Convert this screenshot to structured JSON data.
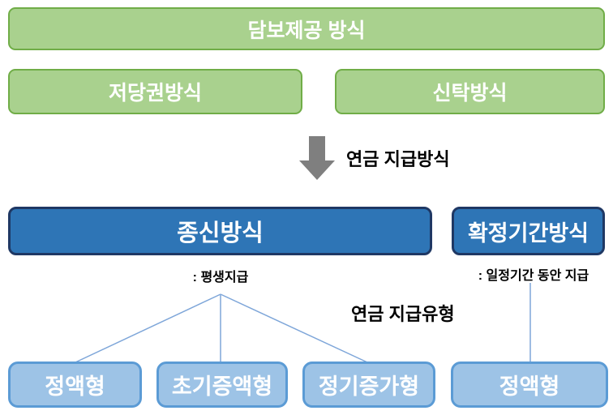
{
  "diagram": {
    "collateral": {
      "title": "담보제공 방식",
      "methods": [
        {
          "label": "저당권방식"
        },
        {
          "label": "신탁방식"
        }
      ]
    },
    "arrow_label": "연금 지급방식",
    "payment_methods": [
      {
        "label": "종신방식",
        "note": ": 평생지급"
      },
      {
        "label": "확정기간방식",
        "note": ": 일정기간 동안 지급"
      }
    ],
    "type_label": "연금 지급유형",
    "payment_types": [
      {
        "label": "정액형"
      },
      {
        "label": "초기증액형"
      },
      {
        "label": "정기증가형"
      },
      {
        "label": "정액형"
      }
    ],
    "icons": {
      "down_arrow": "down-arrow-icon"
    },
    "colors": {
      "green_fill": "#a9d18e",
      "green_border": "#70ad47",
      "dark_blue_fill": "#2e75b6",
      "dark_blue_border": "#1f3864",
      "light_blue_fill": "#9dc3e6",
      "light_blue_border": "#5b9bd5",
      "connector": "#7ea6d9",
      "arrow_gray": "#7f7f7f",
      "text_on_box": "#ffffff",
      "text_black": "#000000"
    }
  }
}
